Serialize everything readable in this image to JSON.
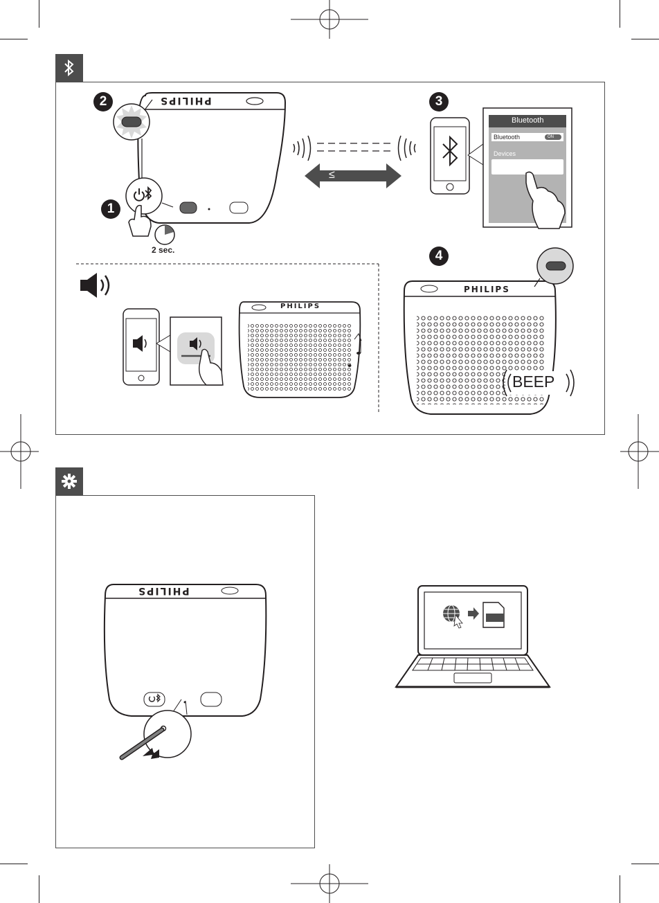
{
  "brand": "PHILIPS",
  "timer_label": "2 sec.",
  "range_label": "≤",
  "steps": [
    "1",
    "2",
    "3",
    "4"
  ],
  "phone_screen": {
    "title": "Bluetooth",
    "toggle_label": "Bluetooth",
    "toggle_state": "ON",
    "devices_label": "Devices"
  },
  "beep_label": "BEEP",
  "icons": {
    "bluetooth_section": "bluetooth-icon",
    "settings_section": "gear-icon",
    "volume": "speaker-volume-icon"
  },
  "colors": {
    "dark": "#4d4d4d",
    "screen_gray": "#b3b3b3",
    "line": "#231f20"
  }
}
